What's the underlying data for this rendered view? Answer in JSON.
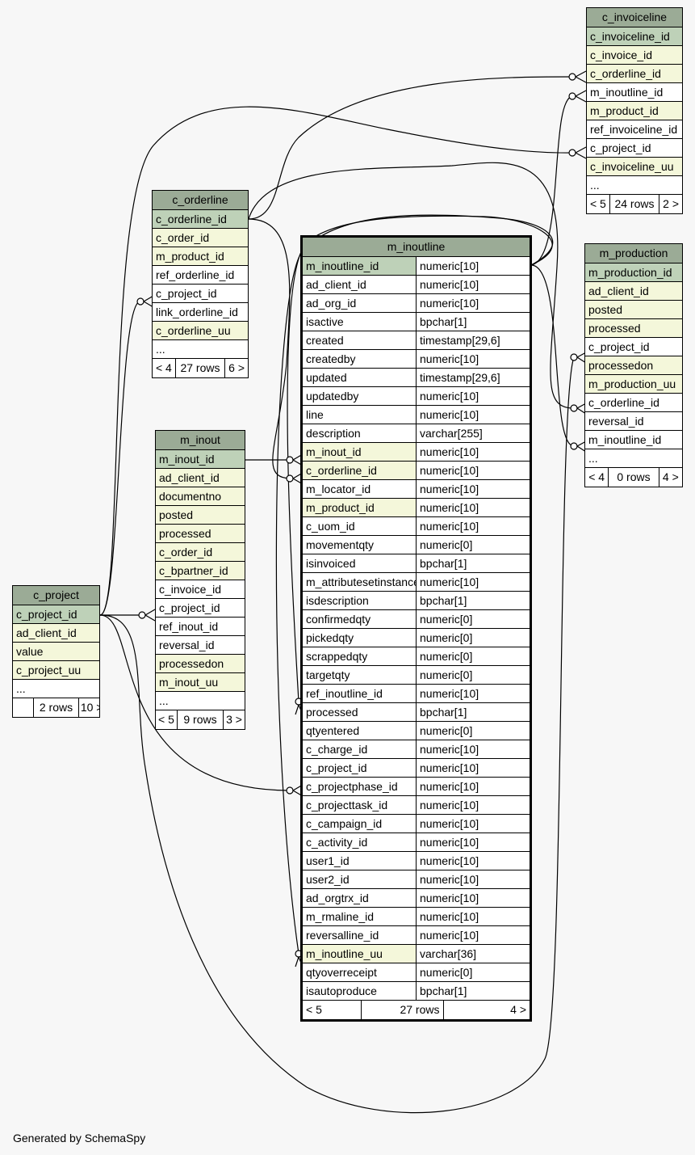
{
  "footer_text": "Generated by SchemaSpy",
  "colors": {
    "header": "#9bab96",
    "primary_key": "#bed1b8",
    "indexed": "#f4f7da",
    "background": "#f7f7f7"
  },
  "tables": {
    "c_invoiceline": {
      "name": "c_invoiceline",
      "columns": [
        {
          "name": "c_invoiceline_id",
          "kind": "pk"
        },
        {
          "name": "c_invoice_id",
          "kind": "idx"
        },
        {
          "name": "c_orderline_id",
          "kind": "idx"
        },
        {
          "name": "m_inoutline_id",
          "kind": "plain"
        },
        {
          "name": "m_product_id",
          "kind": "idx"
        },
        {
          "name": "ref_invoiceline_id",
          "kind": "plain"
        },
        {
          "name": "c_project_id",
          "kind": "plain"
        },
        {
          "name": "c_invoiceline_uu",
          "kind": "idx"
        },
        {
          "name": "...",
          "kind": "plain"
        }
      ],
      "footer": [
        "< 5",
        "24 rows",
        "2 >"
      ]
    },
    "c_orderline": {
      "name": "c_orderline",
      "columns": [
        {
          "name": "c_orderline_id",
          "kind": "pk"
        },
        {
          "name": "c_order_id",
          "kind": "idx"
        },
        {
          "name": "m_product_id",
          "kind": "idx"
        },
        {
          "name": "ref_orderline_id",
          "kind": "plain"
        },
        {
          "name": "c_project_id",
          "kind": "plain"
        },
        {
          "name": "link_orderline_id",
          "kind": "plain"
        },
        {
          "name": "c_orderline_uu",
          "kind": "idx"
        },
        {
          "name": "...",
          "kind": "plain"
        }
      ],
      "footer": [
        "< 4",
        "27 rows",
        "6 >"
      ]
    },
    "m_inoutline": {
      "name": "m_inoutline",
      "columns": [
        {
          "name": "m_inoutline_id",
          "type": "numeric[10]",
          "kind": "pk"
        },
        {
          "name": "ad_client_id",
          "type": "numeric[10]",
          "kind": "plain"
        },
        {
          "name": "ad_org_id",
          "type": "numeric[10]",
          "kind": "plain"
        },
        {
          "name": "isactive",
          "type": "bpchar[1]",
          "kind": "plain"
        },
        {
          "name": "created",
          "type": "timestamp[29,6]",
          "kind": "plain"
        },
        {
          "name": "createdby",
          "type": "numeric[10]",
          "kind": "plain"
        },
        {
          "name": "updated",
          "type": "timestamp[29,6]",
          "kind": "plain"
        },
        {
          "name": "updatedby",
          "type": "numeric[10]",
          "kind": "plain"
        },
        {
          "name": "line",
          "type": "numeric[10]",
          "kind": "plain"
        },
        {
          "name": "description",
          "type": "varchar[255]",
          "kind": "plain"
        },
        {
          "name": "m_inout_id",
          "type": "numeric[10]",
          "kind": "idx"
        },
        {
          "name": "c_orderline_id",
          "type": "numeric[10]",
          "kind": "idx"
        },
        {
          "name": "m_locator_id",
          "type": "numeric[10]",
          "kind": "plain"
        },
        {
          "name": "m_product_id",
          "type": "numeric[10]",
          "kind": "idx"
        },
        {
          "name": "c_uom_id",
          "type": "numeric[10]",
          "kind": "plain"
        },
        {
          "name": "movementqty",
          "type": "numeric[0]",
          "kind": "plain"
        },
        {
          "name": "isinvoiced",
          "type": "bpchar[1]",
          "kind": "plain"
        },
        {
          "name": "m_attributesetinstance_id",
          "type": "numeric[10]",
          "kind": "plain"
        },
        {
          "name": "isdescription",
          "type": "bpchar[1]",
          "kind": "plain"
        },
        {
          "name": "confirmedqty",
          "type": "numeric[0]",
          "kind": "plain"
        },
        {
          "name": "pickedqty",
          "type": "numeric[0]",
          "kind": "plain"
        },
        {
          "name": "scrappedqty",
          "type": "numeric[0]",
          "kind": "plain"
        },
        {
          "name": "targetqty",
          "type": "numeric[0]",
          "kind": "plain"
        },
        {
          "name": "ref_inoutline_id",
          "type": "numeric[10]",
          "kind": "plain"
        },
        {
          "name": "processed",
          "type": "bpchar[1]",
          "kind": "plain"
        },
        {
          "name": "qtyentered",
          "type": "numeric[0]",
          "kind": "plain"
        },
        {
          "name": "c_charge_id",
          "type": "numeric[10]",
          "kind": "plain"
        },
        {
          "name": "c_project_id",
          "type": "numeric[10]",
          "kind": "plain"
        },
        {
          "name": "c_projectphase_id",
          "type": "numeric[10]",
          "kind": "plain"
        },
        {
          "name": "c_projecttask_id",
          "type": "numeric[10]",
          "kind": "plain"
        },
        {
          "name": "c_campaign_id",
          "type": "numeric[10]",
          "kind": "plain"
        },
        {
          "name": "c_activity_id",
          "type": "numeric[10]",
          "kind": "plain"
        },
        {
          "name": "user1_id",
          "type": "numeric[10]",
          "kind": "plain"
        },
        {
          "name": "user2_id",
          "type": "numeric[10]",
          "kind": "plain"
        },
        {
          "name": "ad_orgtrx_id",
          "type": "numeric[10]",
          "kind": "plain"
        },
        {
          "name": "m_rmaline_id",
          "type": "numeric[10]",
          "kind": "plain"
        },
        {
          "name": "reversalline_id",
          "type": "numeric[10]",
          "kind": "plain"
        },
        {
          "name": "m_inoutline_uu",
          "type": "varchar[36]",
          "kind": "idx"
        },
        {
          "name": "qtyoverreceipt",
          "type": "numeric[0]",
          "kind": "plain"
        },
        {
          "name": "isautoproduce",
          "type": "bpchar[1]",
          "kind": "plain"
        }
      ],
      "footer": [
        "< 5",
        "27 rows",
        "4 >"
      ]
    },
    "m_production": {
      "name": "m_production",
      "columns": [
        {
          "name": "m_production_id",
          "kind": "pk"
        },
        {
          "name": "ad_client_id",
          "kind": "idx"
        },
        {
          "name": "posted",
          "kind": "idx"
        },
        {
          "name": "processed",
          "kind": "idx"
        },
        {
          "name": "c_project_id",
          "kind": "plain"
        },
        {
          "name": "processedon",
          "kind": "idx"
        },
        {
          "name": "m_production_uu",
          "kind": "idx"
        },
        {
          "name": "c_orderline_id",
          "kind": "plain"
        },
        {
          "name": "reversal_id",
          "kind": "plain"
        },
        {
          "name": "m_inoutline_id",
          "kind": "plain"
        },
        {
          "name": "...",
          "kind": "plain"
        }
      ],
      "footer": [
        "< 4",
        "0 rows",
        "4 >"
      ]
    },
    "m_inout": {
      "name": "m_inout",
      "columns": [
        {
          "name": "m_inout_id",
          "kind": "pk"
        },
        {
          "name": "ad_client_id",
          "kind": "idx"
        },
        {
          "name": "documentno",
          "kind": "idx"
        },
        {
          "name": "posted",
          "kind": "idx"
        },
        {
          "name": "processed",
          "kind": "idx"
        },
        {
          "name": "c_order_id",
          "kind": "idx"
        },
        {
          "name": "c_bpartner_id",
          "kind": "idx"
        },
        {
          "name": "c_invoice_id",
          "kind": "plain"
        },
        {
          "name": "c_project_id",
          "kind": "plain"
        },
        {
          "name": "ref_inout_id",
          "kind": "plain"
        },
        {
          "name": "reversal_id",
          "kind": "plain"
        },
        {
          "name": "processedon",
          "kind": "idx"
        },
        {
          "name": "m_inout_uu",
          "kind": "idx"
        },
        {
          "name": "...",
          "kind": "plain"
        }
      ],
      "footer": [
        "< 5",
        "9 rows",
        "3 >"
      ]
    },
    "c_project": {
      "name": "c_project",
      "columns": [
        {
          "name": "c_project_id",
          "kind": "pk"
        },
        {
          "name": "ad_client_id",
          "kind": "idx"
        },
        {
          "name": "value",
          "kind": "idx"
        },
        {
          "name": "c_project_uu",
          "kind": "idx"
        },
        {
          "name": "...",
          "kind": "plain"
        }
      ],
      "footer": [
        "",
        "2 rows",
        "10 >"
      ]
    }
  }
}
